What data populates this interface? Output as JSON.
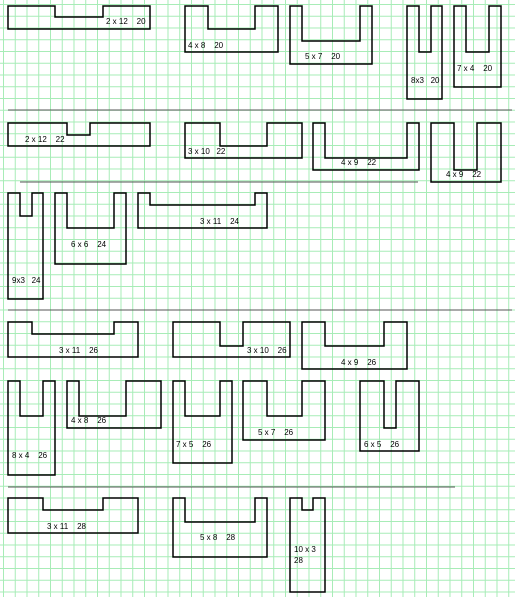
{
  "grid_color": "#a6ecb6",
  "line_color": "#000000",
  "separator_color": "#555555",
  "labels": [
    "2 x 12    20",
    "4 x 8    20",
    "5 x 7    20",
    "8x3   20",
    "7 x 4    20",
    "2 x 12    22",
    "3 x 10   22",
    "4 x 9    22",
    "4 x 9    22",
    "6 x 6    24",
    "3 x 11    24",
    "9x3   24",
    "3 x 11    26",
    "3 x 10    26",
    "4 x 9    26",
    "4 x 8    26",
    "8 x 4    26",
    "7 x 5    26",
    "5 x 7    26",
    "6 x 5    26",
    "3 x 11    28",
    "5 x 8    28",
    "10 x 3",
    "28"
  ]
}
